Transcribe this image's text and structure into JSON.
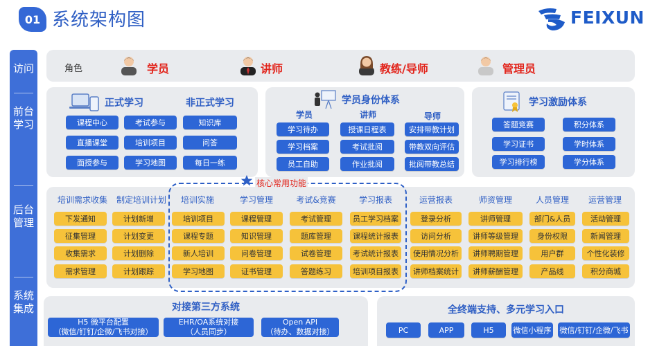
{
  "header": {
    "badge": "01",
    "title": "系统架构图",
    "logo_text": "FEIXUN"
  },
  "sidebar": {
    "sections": [
      "访问",
      "前台学习",
      "后台管理",
      "系统集成"
    ]
  },
  "roles": {
    "label": "角色",
    "items": [
      "学员",
      "讲师",
      "教练/导师",
      "管理员"
    ]
  },
  "learning": {
    "formal_title": "正式学习",
    "informal_title": "非正式学习",
    "buttons": [
      "课程中心",
      "考试参与",
      "知识库",
      "直播课堂",
      "培训项目",
      "问答",
      "面授参与",
      "学习地图",
      "每日一练"
    ]
  },
  "identity": {
    "title": "学员身份体系",
    "columns": [
      {
        "title": "学员",
        "items": [
          "学习待办",
          "学习档案",
          "员工自助"
        ]
      },
      {
        "title": "讲师",
        "items": [
          "授课日程表",
          "考试批阅",
          "作业批阅"
        ]
      },
      {
        "title": "导师",
        "items": [
          "安排带教计划",
          "带教双向评估",
          "批阅带教总结"
        ]
      }
    ]
  },
  "incentive": {
    "title": "学习激励体系",
    "buttons": [
      "答题竞赛",
      "积分体系",
      "学习证书",
      "学时体系",
      "学习排行榜",
      "学分体系"
    ]
  },
  "backend": {
    "core_label": "核心常用功能",
    "columns": [
      {
        "title": "培训需求收集",
        "items": [
          "下发通知",
          "征集管理",
          "收集需求",
          "需求管理"
        ]
      },
      {
        "title": "制定培训计划",
        "items": [
          "计划新增",
          "计划变更",
          "计划删除",
          "计划跟踪"
        ]
      },
      {
        "title": "培训实施",
        "items": [
          "培训项目",
          "课程专题",
          "新人培训",
          "学习地图"
        ]
      },
      {
        "title": "学习管理",
        "items": [
          "课程管理",
          "知识管理",
          "问卷管理",
          "证书管理"
        ]
      },
      {
        "title": "考试&竞赛",
        "items": [
          "考试管理",
          "题库管理",
          "试卷管理",
          "答题练习"
        ]
      },
      {
        "title": "学习报表",
        "items": [
          "员工学习档案",
          "课程统计报表",
          "考试统计报表",
          "培训项目报表"
        ]
      },
      {
        "title": "运营报表",
        "items": [
          "登录分析",
          "访问分析",
          "使用情况分析",
          "讲师档案统计"
        ]
      },
      {
        "title": "师资管理",
        "items": [
          "讲师管理",
          "讲师等级管理",
          "讲师聘期管理",
          "讲师薪酬管理"
        ]
      },
      {
        "title": "人员管理",
        "items": [
          "部门&人员",
          "身份权限",
          "用户群",
          "产品线"
        ]
      },
      {
        "title": "运营管理",
        "items": [
          "活动管理",
          "新闻管理",
          "个性化装修",
          "积分商城"
        ]
      }
    ]
  },
  "integration": {
    "title": "对接第三方系统",
    "items": [
      {
        "line1": "H5 微平台配置",
        "line2": "（微信/钉钉/企微/飞书对接）"
      },
      {
        "line1": "EHR/OA系统对接",
        "line2": "（人员同步）"
      },
      {
        "line1": "Open API",
        "line2": "（待办、数据对接）"
      }
    ]
  },
  "terminals": {
    "title": "全终端支持、多元学习入口",
    "items": [
      "PC",
      "APP",
      "H5",
      "微信小程序",
      "微信/钉钉/企微/飞书"
    ]
  },
  "colors": {
    "primary_blue": "#2d66d6",
    "title_blue": "#2f5fc4",
    "accent_red": "#e2231a",
    "button_yellow": "#f6c23a",
    "panel_gray": "#e9ebee"
  }
}
